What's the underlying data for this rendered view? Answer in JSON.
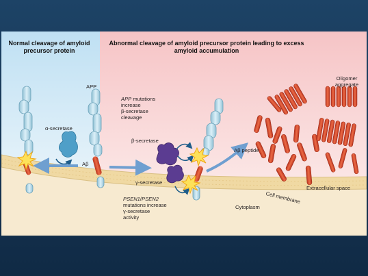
{
  "titles": {
    "normal": "Normal cleavage of amyloid precursor protein",
    "abnormal": "Abnormal cleavage of amyloid precursor protein leading to excess amyloid accumulation"
  },
  "labels": {
    "app": "APP",
    "alpha_secretase": "α-secretase",
    "abeta": "Aβ",
    "app_mut_gene": "APP",
    "app_mut_rest": " mutations",
    "app_mut_line2": "increase",
    "app_mut_line3": "β-secretase",
    "app_mut_line4": "cleavage",
    "beta_secretase": "β-secretase",
    "gamma_secretase": "γ-secretase",
    "psen_gene": "PSEN1",
    "psen_sep": "/",
    "psen_gene2": "PSEN2",
    "psen_line2": "mutations increase",
    "psen_line3": "γ-secretase",
    "psen_line4": "activity",
    "abeta_peptide": "Aβ peptide",
    "oligomer": "Oligomer aggregate",
    "extracellular": "Extracellular space",
    "cell_membrane": "Cell membrane",
    "cytoplasm": "Cytoplasm"
  },
  "colors": {
    "normal_bg": "#cfe8f6",
    "abnormal_bg": "#f8c9c9",
    "membrane": "#f3dfae",
    "app_protein": "#b9dbe8",
    "abeta": "#d9472b",
    "alpha_enzyme": "#5aa6cc",
    "beta_gamma_enzyme": "#5b3c91",
    "arrow": "#6f9fd0"
  }
}
